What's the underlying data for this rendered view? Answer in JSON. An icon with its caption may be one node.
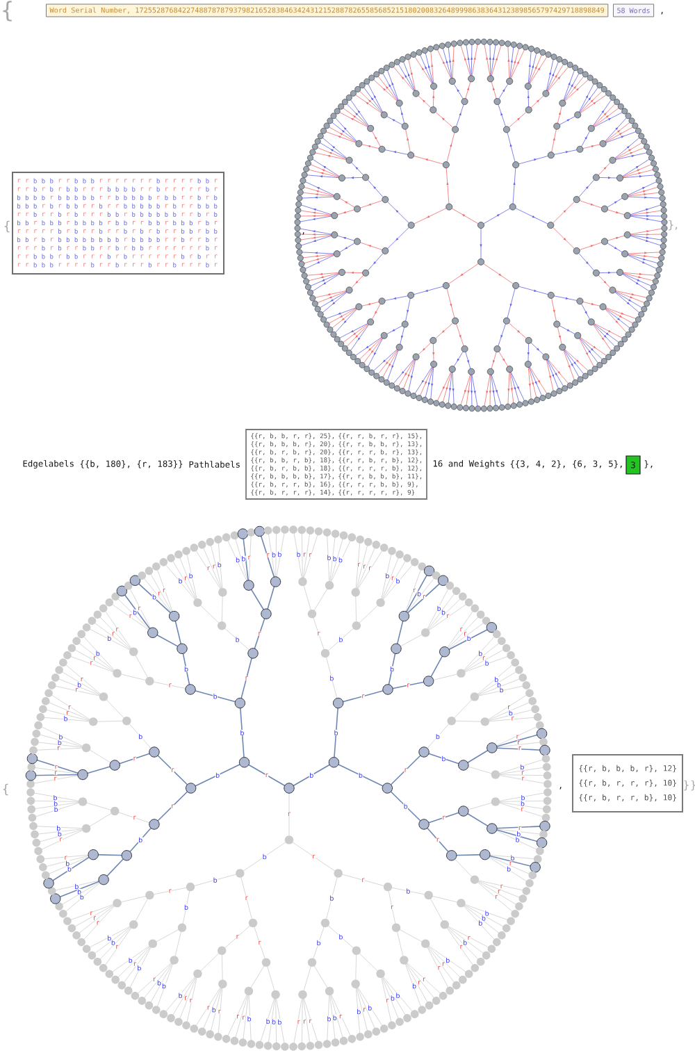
{
  "diagram": {
    "nodes": [
      {
        "text": [
          "Word Serial Number, 17255287684227488787879379821652838463424312152887826558568521518020083264899986383643123898565797429718898849"
        ]
      },
      {
        "text": [
          "58 Words"
        ]
      },
      {
        "text": [
          "r",
          "r",
          "b",
          "b",
          "b",
          "r",
          "r",
          "b",
          "b",
          "b",
          "r",
          "r",
          "r",
          "r",
          "r",
          "r",
          "r",
          "b",
          "r",
          "r",
          "r",
          "r",
          "b",
          "b",
          "r",
          "r",
          "r",
          "b",
          "r",
          "b",
          "r",
          "b",
          "b",
          "r",
          "r",
          "r",
          "b",
          "b",
          "b",
          "b",
          "r",
          "r",
          "b",
          "r",
          "r",
          "r",
          "r",
          "r",
          "b",
          "r",
          "b",
          "b",
          "b",
          "b",
          "r",
          "b",
          "b",
          "b",
          "b",
          "b",
          "r",
          "r",
          "b",
          "b",
          "b",
          "b",
          "b",
          "r",
          "b",
          "b",
          "r",
          "r",
          "b",
          "r",
          "b",
          "b",
          "b",
          "b",
          "r",
          "b",
          "r",
          "b",
          "b",
          "r",
          "r",
          "b",
          "r",
          "r",
          "b",
          "b",
          "b",
          "b",
          "b",
          "r",
          "b",
          "r",
          "r",
          "b",
          "b",
          "b",
          "r",
          "r",
          "b",
          "r",
          "r",
          "b",
          "r",
          "b",
          "r",
          "r",
          "r",
          "b",
          "b",
          "r",
          "b",
          "b",
          "b",
          "b",
          "b",
          "b",
          "r",
          "r",
          "b",
          "r",
          "b",
          "b",
          "b",
          "r",
          "b",
          "b",
          "b",
          "r",
          "b",
          "b",
          "b",
          "b",
          "r",
          "b",
          "b",
          "r",
          "r",
          "b",
          "b",
          "r",
          "b",
          "b",
          "b",
          "r",
          "b",
          "r",
          "r",
          "r",
          "r",
          "r",
          "r",
          "b",
          "r",
          "b",
          "r",
          "r",
          "b",
          "r",
          "r",
          "b",
          "r",
          "b",
          "r",
          "b",
          "r",
          "r",
          "b",
          "b",
          "r",
          "b",
          "b",
          "b",
          "b",
          "r",
          "b",
          "r",
          "b",
          "b",
          "b",
          "b",
          "b",
          "b",
          "b",
          "b",
          "r",
          "b",
          "b",
          "b",
          "b",
          "r",
          "r",
          "b",
          "r",
          "r",
          "b",
          "r",
          "r",
          "r",
          "r",
          "b",
          "r",
          "b",
          "r",
          "r",
          "b",
          "b",
          "r",
          "r",
          "b",
          "r",
          "b",
          "b",
          "r",
          "r",
          "r",
          "r",
          "r",
          "r",
          "r",
          "b",
          "r",
          "r",
          "r",
          "b",
          "b",
          "b",
          "r",
          "b",
          "b",
          "r",
          "r",
          "r",
          "b",
          "r",
          "b",
          "r",
          "r",
          "r",
          "r",
          "r",
          "r",
          "b",
          "r",
          "b",
          "r",
          "r",
          "r",
          "r",
          "b",
          "b",
          "b",
          "r",
          "r",
          "r",
          "r",
          "b",
          "r",
          "r",
          "b",
          "r",
          "r",
          "r",
          "b",
          "r",
          "r",
          "b",
          "r",
          "r",
          "r",
          "b",
          "r"
        ]
      },
      {
        "text": [
          "{{r, b, b, r, r}, 25},",
          "{{r, r, b, r, r}, 15},",
          "{{r, b, b, b, r}, 20},",
          "{{r, r, b, b, r}, 13},",
          "{{r, b, r, b, r}, 20},",
          "{{r, r, r, b, r}, 13},",
          "{{r, b, b, r, b}, 18},",
          "{{r, r, b, r, b}, 12},",
          "{{r, b, r, b, b}, 18},",
          "{{r, r, r, r, b}, 12},",
          "{{r, b, b, b, b}, 17},",
          "{{r, r, b, b, b}, 11},",
          "{{r, b, r, r, b}, 16},",
          "{{r, r, r, b, b}, 9},",
          "{{r, b, r, r, r}, 14},",
          "{{r, r, r, r, r}, 9}"
        ]
      },
      {
        "text": [
          "3"
        ]
      },
      {
        "text": [
          "{{r, b, b, b, r}, 12}",
          "{{r, b, r, r, r}, 10}",
          "{{r, b, r, r, b}, 10}"
        ]
      }
    ],
    "labels": [
      "{",
      ",",
      "{",
      ",",
      "},",
      "Edgelabels",
      "{{b, 180}, {r, 183}}",
      "Pathlabels",
      "16 and Weights",
      "{{3, 4, 2}, {6, 3, 5},",
      "},",
      "{",
      "r",
      "b",
      "r",
      "b",
      "b",
      "b",
      "b",
      "r",
      "b",
      "r",
      "r",
      "b",
      "r",
      "b",
      "r",
      "r",
      "b",
      "r",
      "b",
      "r",
      "b",
      "b",
      "r",
      "r",
      "b",
      "r",
      "b",
      "b",
      "r",
      "r",
      "b",
      "b",
      "r",
      "b",
      "b",
      "r",
      "r",
      "b",
      "r",
      "b",
      "b",
      "r",
      "r",
      "b",
      "r",
      "b",
      "b",
      "b",
      "b",
      "b",
      "r",
      "r",
      "b",
      "b",
      "b",
      "b",
      "b",
      "r",
      "r",
      "r",
      "r",
      "b",
      "b",
      "b",
      "r",
      "r",
      "r",
      "b",
      "r",
      "r",
      "r",
      "b",
      "b",
      "r",
      "r",
      "r",
      "b",
      "r",
      "b",
      "r",
      "r",
      "b",
      "r",
      "b",
      "r",
      "r",
      "b",
      "b",
      "b",
      "r",
      "r",
      "b",
      "b",
      "b",
      "r",
      "r",
      "b",
      "b",
      "b",
      "r",
      "r",
      "r",
      "b",
      "r",
      "b",
      "r",
      "b",
      "r",
      "b",
      "b",
      "r",
      "r",
      "r",
      "b",
      "b",
      "r",
      "b",
      "b",
      "b",
      "b",
      "r",
      "b",
      "r",
      "r",
      "r",
      "r",
      "b",
      "r",
      "r",
      "b",
      "b",
      "r",
      "r",
      "b",
      "b",
      "b",
      "r",
      "b",
      "r",
      "r",
      "r",
      "b",
      "b",
      "b",
      "r",
      "b",
      "r",
      "b",
      "r",
      "r",
      "r",
      "r",
      "b",
      "b",
      "b",
      "r",
      "b",
      "r",
      "b",
      "r",
      "b",
      "b",
      "r",
      "r",
      "r",
      "b",
      "b",
      "b",
      "b",
      "r",
      "r",
      "r",
      "b",
      "r",
      "r",
      "r",
      "b",
      "b",
      "b",
      "r",
      "b",
      "r",
      "b",
      "r",
      "b",
      "b",
      "r",
      "r",
      "r",
      ",",
      "}}"
    ]
  }
}
